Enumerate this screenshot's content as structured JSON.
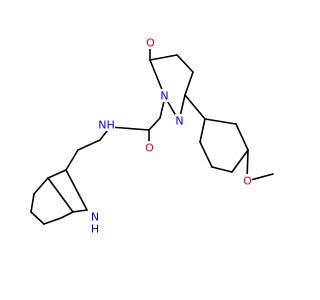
{
  "molecule": {
    "colors": {
      "bond": "#000000",
      "nitrogen": "#0000ff",
      "oxygen": "#ff0000",
      "background": "#ffffff"
    },
    "labels": {
      "ring_oxygen": "O",
      "amide_oxygen": "O",
      "ether_oxygen": "O",
      "ring_n1": "N",
      "ring_n2": "N",
      "amide_nh": "NH",
      "indole_nh": "H"
    }
  }
}
